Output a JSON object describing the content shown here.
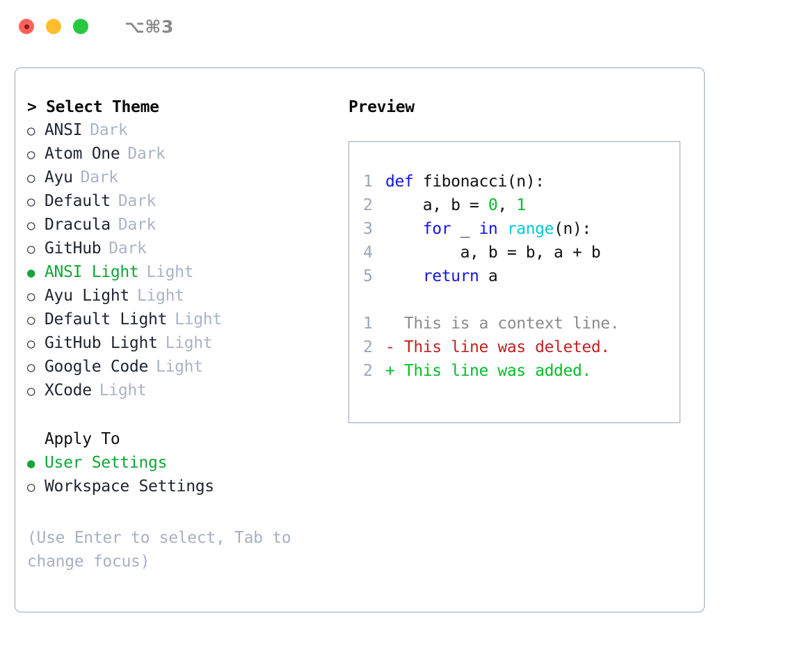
{
  "titlebar": {
    "shortcut": "⌥⌘3",
    "lights": [
      "close",
      "minimize",
      "maximize"
    ]
  },
  "theme_panel": {
    "heading_prefix": "> ",
    "heading": "Select Theme",
    "marker_selected": "●",
    "marker_unselected": "○",
    "items": [
      {
        "label": "ANSI",
        "badge": "Dark",
        "selected": false
      },
      {
        "label": "Atom One",
        "badge": "Dark",
        "selected": false
      },
      {
        "label": "Ayu",
        "badge": "Dark",
        "selected": false
      },
      {
        "label": "Default",
        "badge": "Dark",
        "selected": false
      },
      {
        "label": "Dracula",
        "badge": "Dark",
        "selected": false
      },
      {
        "label": "GitHub",
        "badge": "Dark",
        "selected": false
      },
      {
        "label": "ANSI Light",
        "badge": "Light",
        "selected": true
      },
      {
        "label": "Ayu Light",
        "badge": "Light",
        "selected": false
      },
      {
        "label": "Default Light",
        "badge": "Light",
        "selected": false
      },
      {
        "label": "GitHub Light",
        "badge": "Light",
        "selected": false
      },
      {
        "label": "Google Code",
        "badge": "Light",
        "selected": false
      },
      {
        "label": "XCode",
        "badge": "Light",
        "selected": false
      }
    ]
  },
  "apply_to": {
    "heading": "Apply To",
    "items": [
      {
        "label": "User Settings",
        "selected": true
      },
      {
        "label": "Workspace Settings",
        "selected": false
      }
    ]
  },
  "hint": "(Use Enter to select, Tab to change focus)",
  "preview": {
    "title": "Preview",
    "code_lines": [
      {
        "no": "1",
        "tokens": [
          {
            "t": "def",
            "c": "kw"
          },
          {
            "t": " fibonacci(n):",
            "c": "plain"
          }
        ]
      },
      {
        "no": "2",
        "tokens": [
          {
            "t": "    a, b = ",
            "c": "plain"
          },
          {
            "t": "0",
            "c": "num"
          },
          {
            "t": ", ",
            "c": "plain"
          },
          {
            "t": "1",
            "c": "num"
          }
        ]
      },
      {
        "no": "3",
        "tokens": [
          {
            "t": "    ",
            "c": "plain"
          },
          {
            "t": "for",
            "c": "kw"
          },
          {
            "t": " _ ",
            "c": "plain"
          },
          {
            "t": "in",
            "c": "kw"
          },
          {
            "t": " ",
            "c": "plain"
          },
          {
            "t": "range",
            "c": "fn"
          },
          {
            "t": "(n):",
            "c": "plain"
          }
        ]
      },
      {
        "no": "4",
        "tokens": [
          {
            "t": "        a, b = b, a + b",
            "c": "plain"
          }
        ]
      },
      {
        "no": "5",
        "tokens": [
          {
            "t": "    ",
            "c": "plain"
          },
          {
            "t": "return",
            "c": "kw"
          },
          {
            "t": " a",
            "c": "plain"
          }
        ]
      }
    ],
    "diff_lines": [
      {
        "no": "1",
        "text": "  This is a context line.",
        "kind": "ctx"
      },
      {
        "no": "2",
        "text": "- This line was deleted.",
        "kind": "del"
      },
      {
        "no": "2",
        "text": "+ This line was added.",
        "kind": "add"
      }
    ]
  },
  "colors": {
    "accent_green": "#13a538",
    "badge_gray": "#aab4c4",
    "border": "#9aa6b8",
    "keyword_blue": "#1414e6",
    "function_cyan": "#00c9d7",
    "number_green": "#00bf28",
    "diff_delete_red": "#c22121",
    "diff_add_green": "#00bf28",
    "diff_context_gray": "#8b8b8b"
  }
}
